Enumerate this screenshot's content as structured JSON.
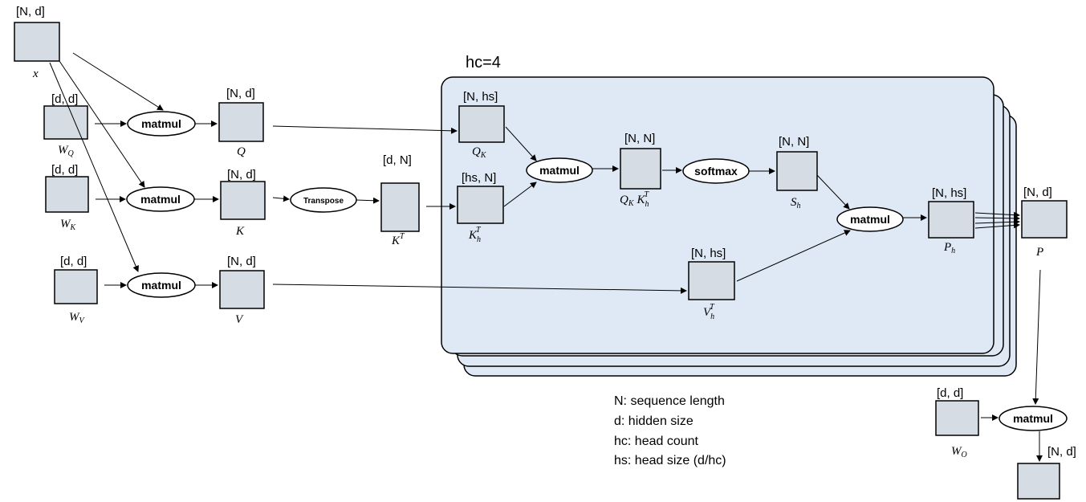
{
  "heads_label": "hc=4",
  "tensors": {
    "x": {
      "dim": "[N, d]",
      "name": "x"
    },
    "wq": {
      "dim": "[d, d]",
      "name": "W",
      "sub": "Q"
    },
    "wk": {
      "dim": "[d, d]",
      "name": "W",
      "sub": "K"
    },
    "wv": {
      "dim": "[d, d]",
      "name": "W",
      "sub": "V"
    },
    "q": {
      "dim": "[N, d]",
      "name": "Q"
    },
    "k": {
      "dim": "[N, d]",
      "name": "K"
    },
    "v": {
      "dim": "[N, d]",
      "name": "V"
    },
    "kt": {
      "dim": "[d, N]",
      "name": "K",
      "sup": "T"
    },
    "qk": {
      "dim": "[N, hs]",
      "name": "Q",
      "sub": "K"
    },
    "kht": {
      "dim": "[hs, N]",
      "name": "K",
      "sub": "h",
      "sup": "T"
    },
    "qkkh": {
      "dim": "[N, N]",
      "name1": "Q",
      "sub1": "K",
      "name2": "K",
      "sub2": "h",
      "sup2": "T"
    },
    "sh": {
      "dim": "[N, N]",
      "name": "S",
      "sub": "h"
    },
    "vht": {
      "dim": "[N, hs]",
      "name": "V",
      "sub": "h",
      "sup": "T"
    },
    "ph": {
      "dim": "[N, hs]",
      "name": "P",
      "sub": "h"
    },
    "p": {
      "dim": "[N, d]",
      "name": "P"
    },
    "wo": {
      "dim": "[d, d]",
      "name": "W",
      "sub": "O"
    },
    "out": {
      "dim": "[N, d]"
    }
  },
  "ops": {
    "matmul": "matmul",
    "transpose": "Transpose",
    "softmax": "softmax"
  },
  "legend": [
    "N: sequence length",
    "d: hidden size",
    "hc: head count",
    "hs: head size (d/hc)"
  ]
}
